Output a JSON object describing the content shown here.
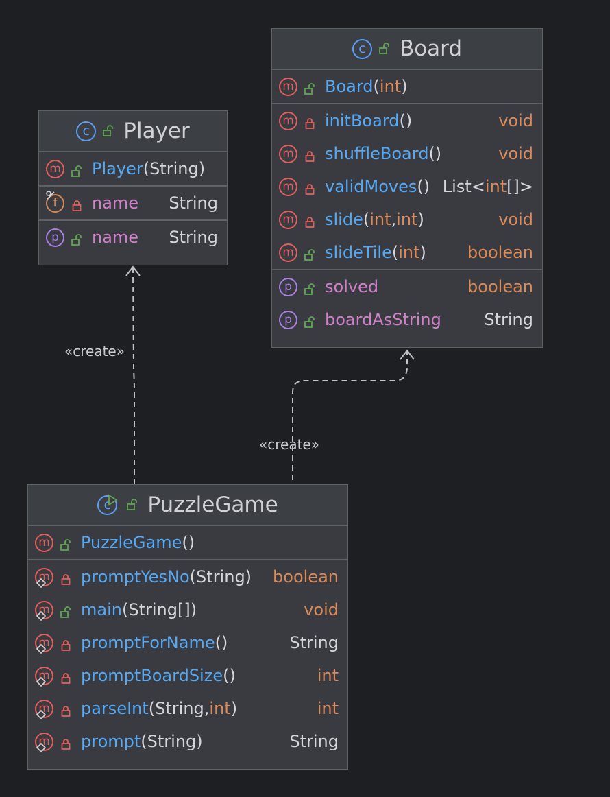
{
  "relations": [
    {
      "from": "PuzzleGame",
      "to": "Player",
      "label": "«create»"
    },
    {
      "from": "PuzzleGame",
      "to": "Board",
      "label": "«create»"
    }
  ],
  "classes": {
    "board": {
      "name": "Board",
      "constructors": [
        {
          "name": "Board",
          "open": "(",
          "params": [
            {
              "t": "int",
              "k": true
            }
          ],
          "close": ")",
          "visibility": "public"
        }
      ],
      "methods": [
        {
          "name": "initBoard",
          "open": "()",
          "params": [],
          "close": "",
          "return": "void",
          "return_keyword": true,
          "visibility": "private"
        },
        {
          "name": "shuffleBoard",
          "open": "()",
          "params": [],
          "close": "",
          "return": "void",
          "return_keyword": true,
          "visibility": "private"
        },
        {
          "name": "validMoves",
          "open": "()",
          "params": [],
          "close": "",
          "return_parts": [
            {
              "t": "List<",
              "k": false
            },
            {
              "t": "int",
              "k": true
            },
            {
              "t": "[]>",
              "k": false
            }
          ],
          "visibility": "private"
        },
        {
          "name": "slide",
          "open": "(",
          "params": [
            {
              "t": "int",
              "k": true
            },
            {
              "t": ", ",
              "k": false
            },
            {
              "t": "int",
              "k": true
            }
          ],
          "close": ")",
          "return": "void",
          "return_keyword": true,
          "visibility": "private"
        },
        {
          "name": "slideTile",
          "open": "(",
          "params": [
            {
              "t": "int",
              "k": true
            }
          ],
          "close": ")",
          "return": "boolean",
          "return_keyword": true,
          "visibility": "public"
        }
      ],
      "properties": [
        {
          "name": "solved",
          "type": "boolean",
          "type_keyword": true,
          "visibility": "public"
        },
        {
          "name": "boardAsString",
          "type": "String",
          "type_keyword": false,
          "visibility": "public"
        }
      ]
    },
    "player": {
      "name": "Player",
      "constructors": [
        {
          "name": "Player",
          "open": "(",
          "params": [
            {
              "t": "String",
              "k": false
            }
          ],
          "close": ")",
          "visibility": "public"
        }
      ],
      "fields": [
        {
          "name": "name",
          "type": "String",
          "visibility": "private"
        }
      ],
      "properties": [
        {
          "name": "name",
          "type": "String",
          "visibility": "public"
        }
      ]
    },
    "puzzlegame": {
      "name": "PuzzleGame",
      "constructors": [
        {
          "name": "PuzzleGame",
          "open": "()",
          "params": [],
          "close": "",
          "visibility": "public"
        }
      ],
      "methods": [
        {
          "name": "promptYesNo",
          "open": "(",
          "params": [
            {
              "t": "String",
              "k": false
            }
          ],
          "close": ")",
          "return": "boolean",
          "return_keyword": true,
          "visibility": "private"
        },
        {
          "name": "main",
          "open": "(",
          "params": [
            {
              "t": "String[]",
              "k": false
            }
          ],
          "close": ")",
          "return": "void",
          "return_keyword": true,
          "visibility": "public"
        },
        {
          "name": "promptForName",
          "open": "()",
          "params": [],
          "close": "",
          "return": "String",
          "return_keyword": false,
          "visibility": "private"
        },
        {
          "name": "promptBoardSize",
          "open": "()",
          "params": [],
          "close": "",
          "return": "int",
          "return_keyword": true,
          "visibility": "private"
        },
        {
          "name": "parseInt",
          "open": "(",
          "params": [
            {
              "t": "String",
              "k": false
            },
            {
              "t": ", ",
              "k": false
            },
            {
              "t": "int",
              "k": true
            }
          ],
          "close": ")",
          "return": "int",
          "return_keyword": true,
          "visibility": "private"
        },
        {
          "name": "prompt",
          "open": "(",
          "params": [
            {
              "t": "String",
              "k": false
            }
          ],
          "close": ")",
          "return": "String",
          "return_keyword": false,
          "visibility": "private"
        }
      ]
    }
  }
}
